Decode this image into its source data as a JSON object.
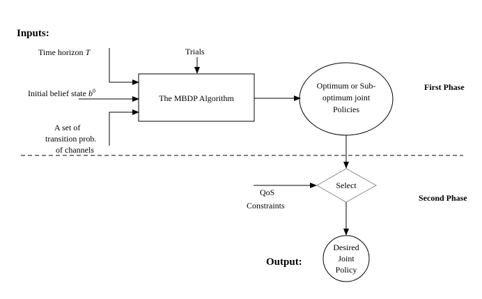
{
  "inputs_heading": "Inputs:",
  "output_heading": "Output:",
  "inputs": {
    "time_horizon": "Time horizon",
    "time_horizon_symbol": "T",
    "initial_belief": "Initial belief state",
    "initial_belief_symbol": "b",
    "initial_belief_superscript": "0",
    "transition_line1": "A set of",
    "transition_line2": "transition prob.",
    "transition_line3": "of channels",
    "trials": "Trials"
  },
  "nodes": {
    "algorithm": "The MBDP Algorithm",
    "policies_line1": "Optimum or Sub-",
    "policies_line2": "optimum joint",
    "policies_line3": "Policies",
    "select": "Select",
    "qos_line1": "QoS",
    "qos_line2": "Constraints",
    "desired_line1": "Desired",
    "desired_line2": "Joint",
    "desired_line3": "Policy"
  },
  "phases": {
    "first": "First Phase",
    "second": "Second Phase"
  }
}
